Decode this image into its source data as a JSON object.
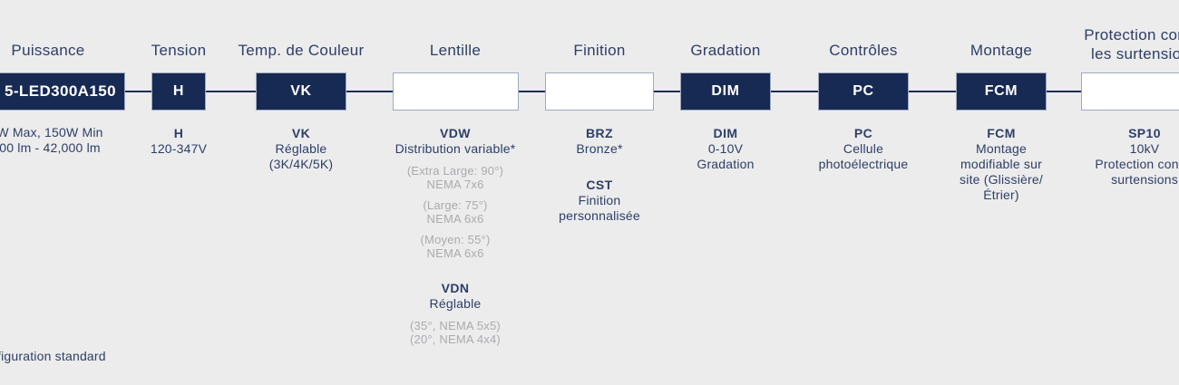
{
  "colors": {
    "background": "#ececed",
    "box_navy": "#172a54",
    "text_navy": "#2d3e66",
    "muted_gray": "#a9abad",
    "box_border": "#9fa9bf",
    "connector": "#1b2c55",
    "box_white": "#ffffff"
  },
  "footnote": "figuration standard",
  "columns": [
    {
      "header": "Puissance",
      "box_code": "5-LED300A150",
      "groups": [
        {
          "lines": [
            "W Max, 150W Min",
            "00 lm  - 42,000 lm"
          ]
        }
      ]
    },
    {
      "header": "Tension",
      "box_code": "H",
      "groups": [
        {
          "code": "H",
          "lines": [
            "120-347V"
          ]
        }
      ]
    },
    {
      "header": "Temp. de Couleur",
      "box_code": "VK",
      "groups": [
        {
          "code": "VK",
          "lines": [
            "Réglable",
            "(3K/4K/5K)"
          ]
        }
      ]
    },
    {
      "header": "Lentille",
      "box_code": "",
      "groups": [
        {
          "code": "VDW",
          "lines": [
            "Distribution variable*"
          ],
          "muted_pairs": [
            [
              "(Extra Large: 90°)",
              "NEMA 7x6"
            ],
            [
              "(Large: 75°)",
              "NEMA 6x6"
            ],
            [
              "(Moyen: 55°)",
              "NEMA 6x6"
            ]
          ]
        },
        {
          "code": "VDN",
          "lines": [
            "Réglable"
          ],
          "muted_pairs": [
            [
              "(35°, NEMA 5x5)",
              "(20°, NEMA 4x4)"
            ]
          ]
        }
      ]
    },
    {
      "header": "Finition",
      "box_code": "",
      "groups": [
        {
          "code": "BRZ",
          "lines": [
            "Bronze*"
          ]
        },
        {
          "code": "CST",
          "lines": [
            "Finition",
            "personnalisée"
          ]
        }
      ]
    },
    {
      "header": "Gradation",
      "box_code": "DIM",
      "groups": [
        {
          "code": "DIM",
          "lines": [
            "0-10V",
            "Gradation"
          ]
        }
      ]
    },
    {
      "header": "Contrôles",
      "box_code": "PC",
      "groups": [
        {
          "code": "PC",
          "lines": [
            "Cellule",
            "photoélectrique"
          ]
        }
      ]
    },
    {
      "header": "Montage",
      "box_code": "FCM",
      "groups": [
        {
          "code": "FCM",
          "lines": [
            "Montage",
            "modifiable sur",
            "site (Glissière/",
            "Étrier)"
          ]
        }
      ]
    },
    {
      "header": "Protection contre les surtensions",
      "header_lines": [
        "Protection contre",
        "les surtensions"
      ],
      "box_code": "",
      "groups": [
        {
          "code": "SP10",
          "lines": [
            "10kV",
            "Protection contre",
            "surtensions"
          ]
        }
      ]
    }
  ]
}
